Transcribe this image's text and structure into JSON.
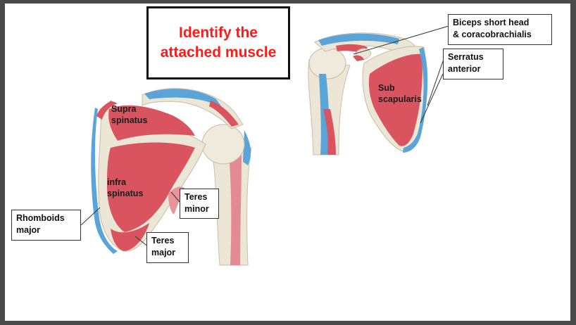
{
  "slide": {
    "title": "Identify the\nattached muscle"
  },
  "posterior_view": {
    "labels": {
      "supraspinatus": "Supra\nspinatus",
      "infraspinatus": "infra\nspinatus"
    },
    "callouts": {
      "rhomboids": "Rhomboids\nmajor",
      "teres_minor": "Teres\nminor",
      "teres_major": "Teres\nmajor"
    }
  },
  "anterior_view": {
    "labels": {
      "subscapularis": "Sub\nscapularis"
    },
    "callouts": {
      "biceps": "Biceps short head\n& coracobrachialis",
      "serratus": "Serratus\nanterior"
    }
  },
  "colors": {
    "bone": "#ece6d6",
    "muscle_red": "#d9545f",
    "muscle_pink": "#e9939b",
    "blue": "#5aa4d8",
    "title_red": "#ff1a1a"
  }
}
